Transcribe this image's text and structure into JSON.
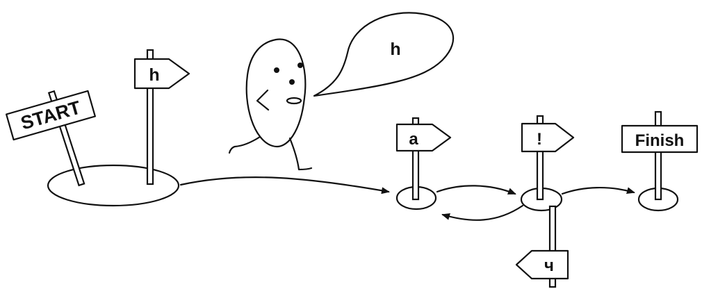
{
  "signs": {
    "start": "START",
    "state_sign": "h",
    "a": "a",
    "bang": "!",
    "finish": "Finish",
    "back": "ч"
  },
  "speech": {
    "text": "h"
  }
}
